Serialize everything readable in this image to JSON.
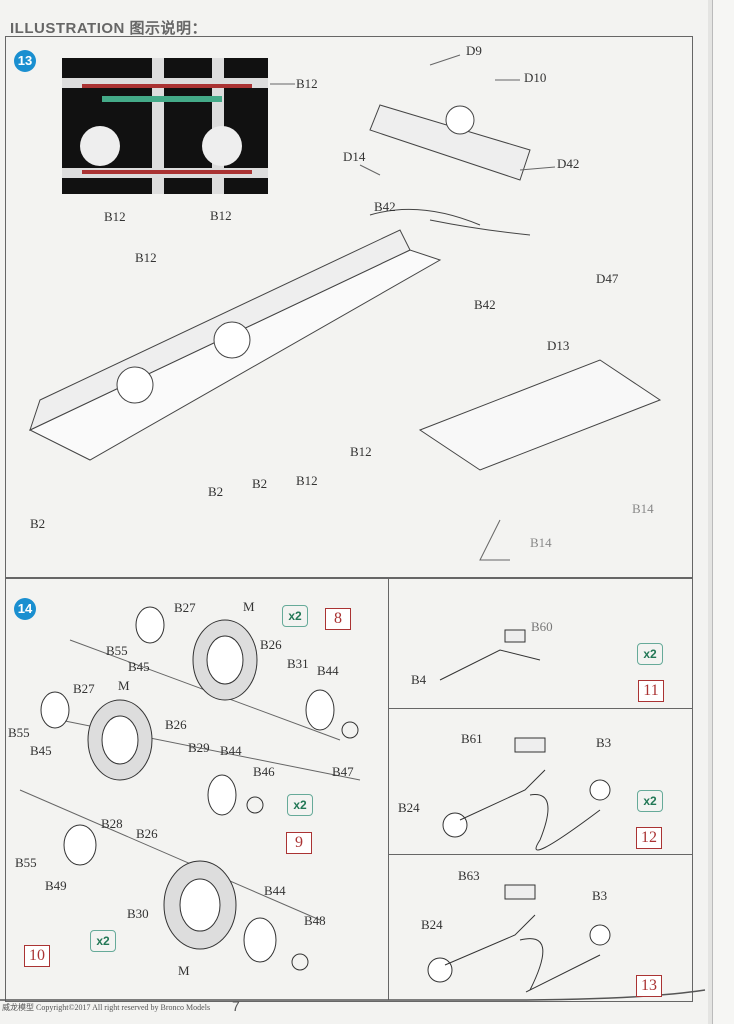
{
  "header": {
    "title": "ILLUSTRATION 图示说明："
  },
  "steps": {
    "s13": "13",
    "s14": "14"
  },
  "s13_labels": [
    "B12",
    "B12",
    "B12",
    "B12",
    "D9",
    "D10",
    "D14",
    "D42",
    "B42",
    "D47",
    "B42",
    "D13",
    "B12",
    "B2",
    "B12",
    "B2",
    "B2",
    "B14",
    "B14"
  ],
  "s14_labels": [
    "B27",
    "M",
    "B55",
    "B45",
    "B26",
    "B31",
    "B44",
    "B27",
    "M",
    "B55",
    "B45",
    "B26",
    "B29",
    "B44",
    "B46",
    "B47",
    "B28",
    "B26",
    "B55",
    "B49",
    "B30",
    "B44",
    "B48",
    "M"
  ],
  "s14_qty": [
    "x2",
    "x2",
    "x2"
  ],
  "s14_refs": [
    "8",
    "9",
    "10"
  ],
  "sub_labels": [
    "B60",
    "B4",
    "B61",
    "B3",
    "B24",
    "B63",
    "B3",
    "B24"
  ],
  "sub_qty": [
    "x2",
    "x2"
  ],
  "sub_refs": [
    "11",
    "12",
    "13"
  ],
  "footer": {
    "copyright": "威龙模型  Copyright©2017 All right reserved by Bronco Models",
    "page_number": "7"
  }
}
